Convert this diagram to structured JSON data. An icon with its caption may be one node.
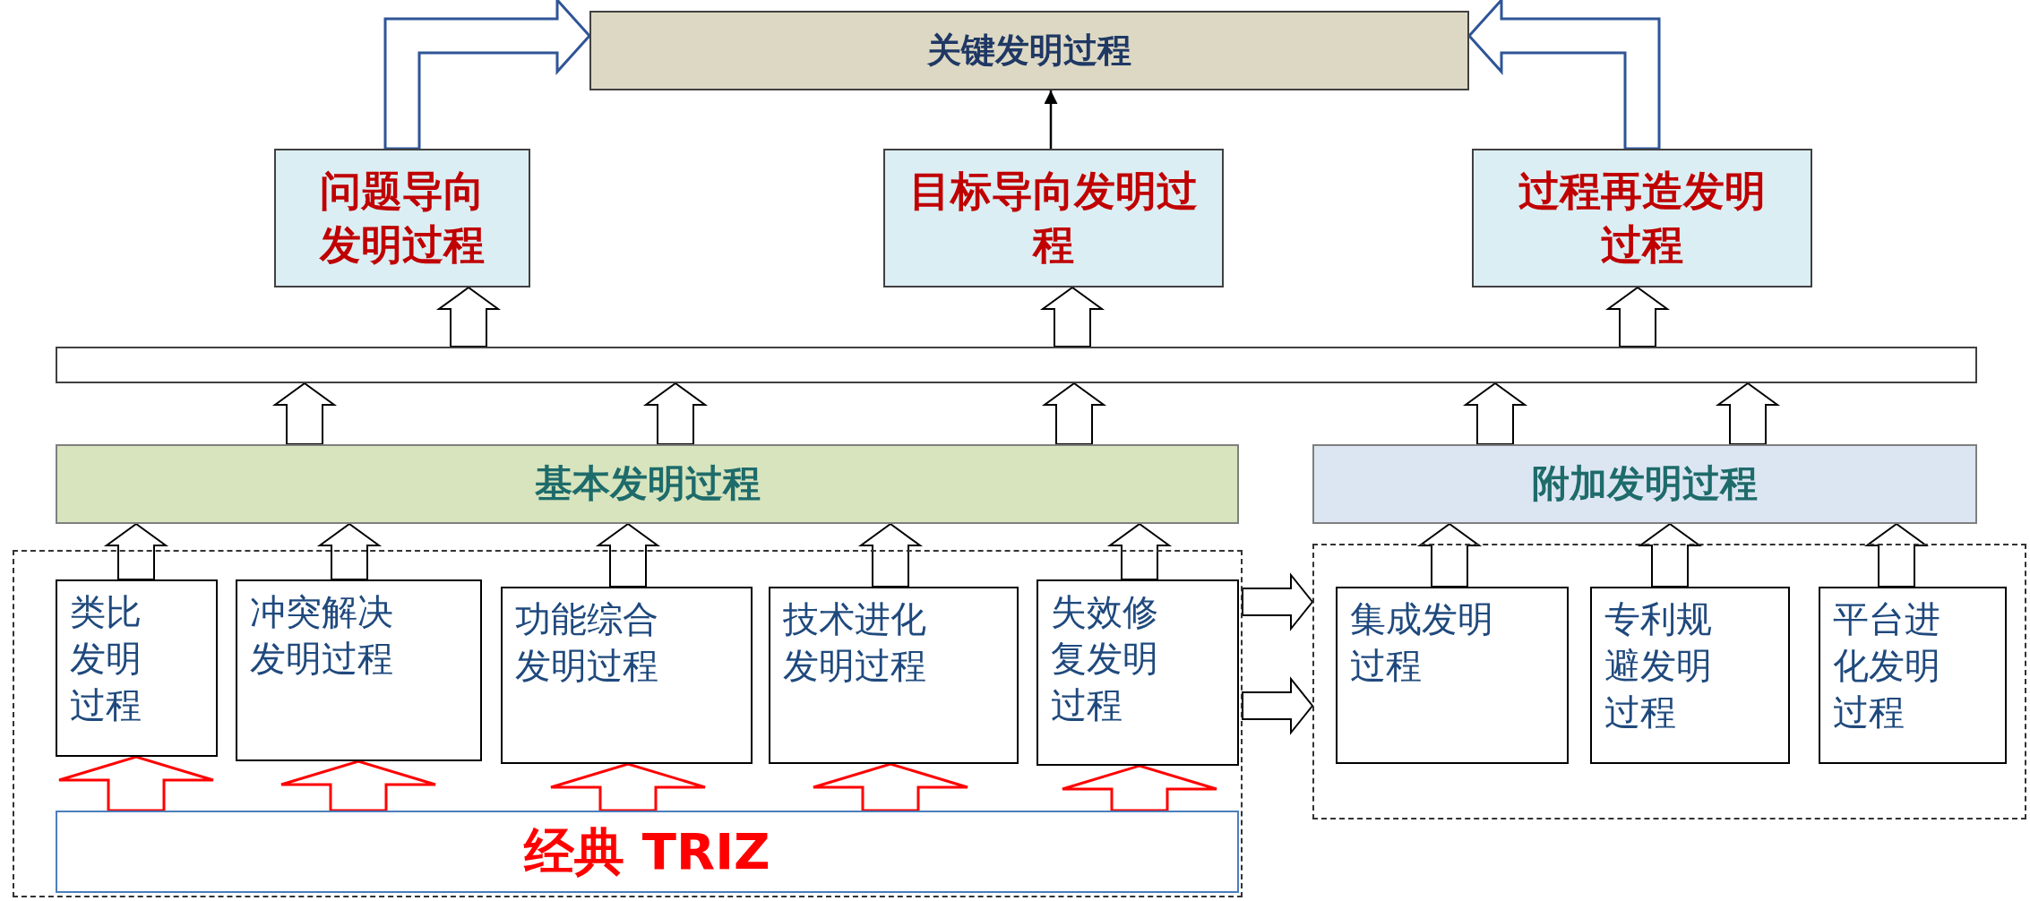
{
  "diagram": {
    "nodes": [
      {
        "text": [
          "关键发明过程"
        ]
      },
      {
        "text": [
          "问题导向发明过程"
        ]
      },
      {
        "text": [
          "目标导向发明过程"
        ]
      },
      {
        "text": [
          "过程再造发明过程"
        ]
      },
      {
        "text": [],
        "shape": "bar"
      },
      {
        "text": [
          "基本发明过程"
        ]
      },
      {
        "text": [
          "附加发明过程"
        ]
      },
      {
        "text": [],
        "shape": "box"
      },
      {
        "text": [
          "类比发明过程"
        ],
        "in": 7
      },
      {
        "text": [
          "冲突解决发明过程"
        ],
        "in": 7
      },
      {
        "text": [
          "功能综合发明过程"
        ],
        "in": 7
      },
      {
        "text": [
          "技术进化发明过程"
        ],
        "in": 7
      },
      {
        "text": [
          "失效修复发明过程"
        ],
        "in": 7
      },
      {
        "text": [
          "经典 TRIZ"
        ],
        "in": 7
      },
      {
        "text": [],
        "shape": "box"
      },
      {
        "text": [
          "集成发明过程"
        ],
        "in": 14
      },
      {
        "text": [
          "专利规避发明过程"
        ],
        "in": 14
      },
      {
        "text": [
          "平台进化发明过程"
        ],
        "in": 14
      }
    ],
    "edges": [
      {
        "from": 1,
        "to": 0,
        "arrow": "to",
        "color": "#2f5597"
      },
      {
        "from": 2,
        "to": 0,
        "arrow": "to"
      },
      {
        "from": 3,
        "to": 0,
        "arrow": "to",
        "color": "#2f5597"
      },
      {
        "from": 4,
        "to": 1,
        "arrow": "to"
      },
      {
        "from": 4,
        "to": 2,
        "arrow": "to"
      },
      {
        "from": 4,
        "to": 3,
        "arrow": "to"
      },
      {
        "from": 5,
        "to": 4,
        "arrow": "to"
      },
      {
        "from": 5,
        "to": 4,
        "arrow": "to"
      },
      {
        "from": 5,
        "to": 4,
        "arrow": "to"
      },
      {
        "from": 6,
        "to": 4,
        "arrow": "to"
      },
      {
        "from": 6,
        "to": 4,
        "arrow": "to"
      },
      {
        "from": 8,
        "to": 5,
        "arrow": "to"
      },
      {
        "from": 9,
        "to": 5,
        "arrow": "to"
      },
      {
        "from": 10,
        "to": 5,
        "arrow": "to"
      },
      {
        "from": 11,
        "to": 5,
        "arrow": "to"
      },
      {
        "from": 12,
        "to": 5,
        "arrow": "to"
      },
      {
        "from": 15,
        "to": 6,
        "arrow": "to"
      },
      {
        "from": 16,
        "to": 6,
        "arrow": "to"
      },
      {
        "from": 17,
        "to": 6,
        "arrow": "to"
      },
      {
        "from": 13,
        "to": 8,
        "arrow": "to",
        "color": "#ff0000"
      },
      {
        "from": 13,
        "to": 9,
        "arrow": "to",
        "color": "#ff0000"
      },
      {
        "from": 13,
        "to": 10,
        "arrow": "to",
        "color": "#ff0000"
      },
      {
        "from": 13,
        "to": 11,
        "arrow": "to",
        "color": "#ff0000"
      },
      {
        "from": 13,
        "to": 12,
        "arrow": "to",
        "color": "#ff0000"
      },
      {
        "from": 7,
        "to": 14,
        "arrow": "to"
      },
      {
        "from": 7,
        "to": 14,
        "arrow": "to"
      }
    ]
  }
}
